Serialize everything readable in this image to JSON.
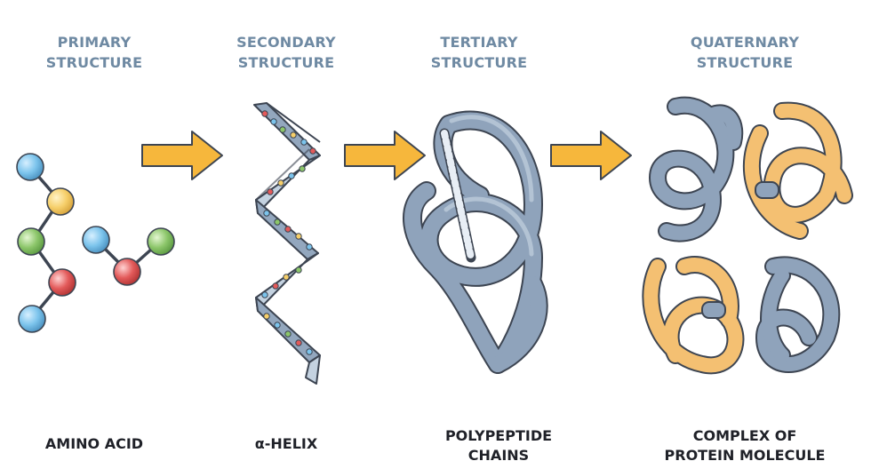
{
  "stages": [
    {
      "id": "primary",
      "title_line1": "PRIMARY",
      "title_line2": "STRUCTURE",
      "caption_line1": "AMINO ACID",
      "caption_line2": ""
    },
    {
      "id": "secondary",
      "title_line1": "SECONDARY",
      "title_line2": "STRUCTURE",
      "caption_line1": "α-HELIX",
      "caption_line2": ""
    },
    {
      "id": "tertiary",
      "title_line1": "TERTIARY",
      "title_line2": "STRUCTURE",
      "caption_line1": "POLYPEPTIDE",
      "caption_line2": "CHAINS"
    },
    {
      "id": "quaternary",
      "title_line1": "QUATERNARY",
      "title_line2": "STRUCTURE",
      "caption_line1": "COMPLEX OF",
      "caption_line2": "PROTEIN MOLECULE"
    }
  ],
  "colors": {
    "title": "#6f8aa3",
    "caption": "#1f2128",
    "arrow": "#f6b73c",
    "chain_blue": "#8fa3bb",
    "chain_orange": "#f4c072",
    "atom_blue": "#7cc4ec",
    "atom_yellow": "#f6cf6a",
    "atom_green": "#8cc66a",
    "atom_red": "#e35a5a"
  }
}
